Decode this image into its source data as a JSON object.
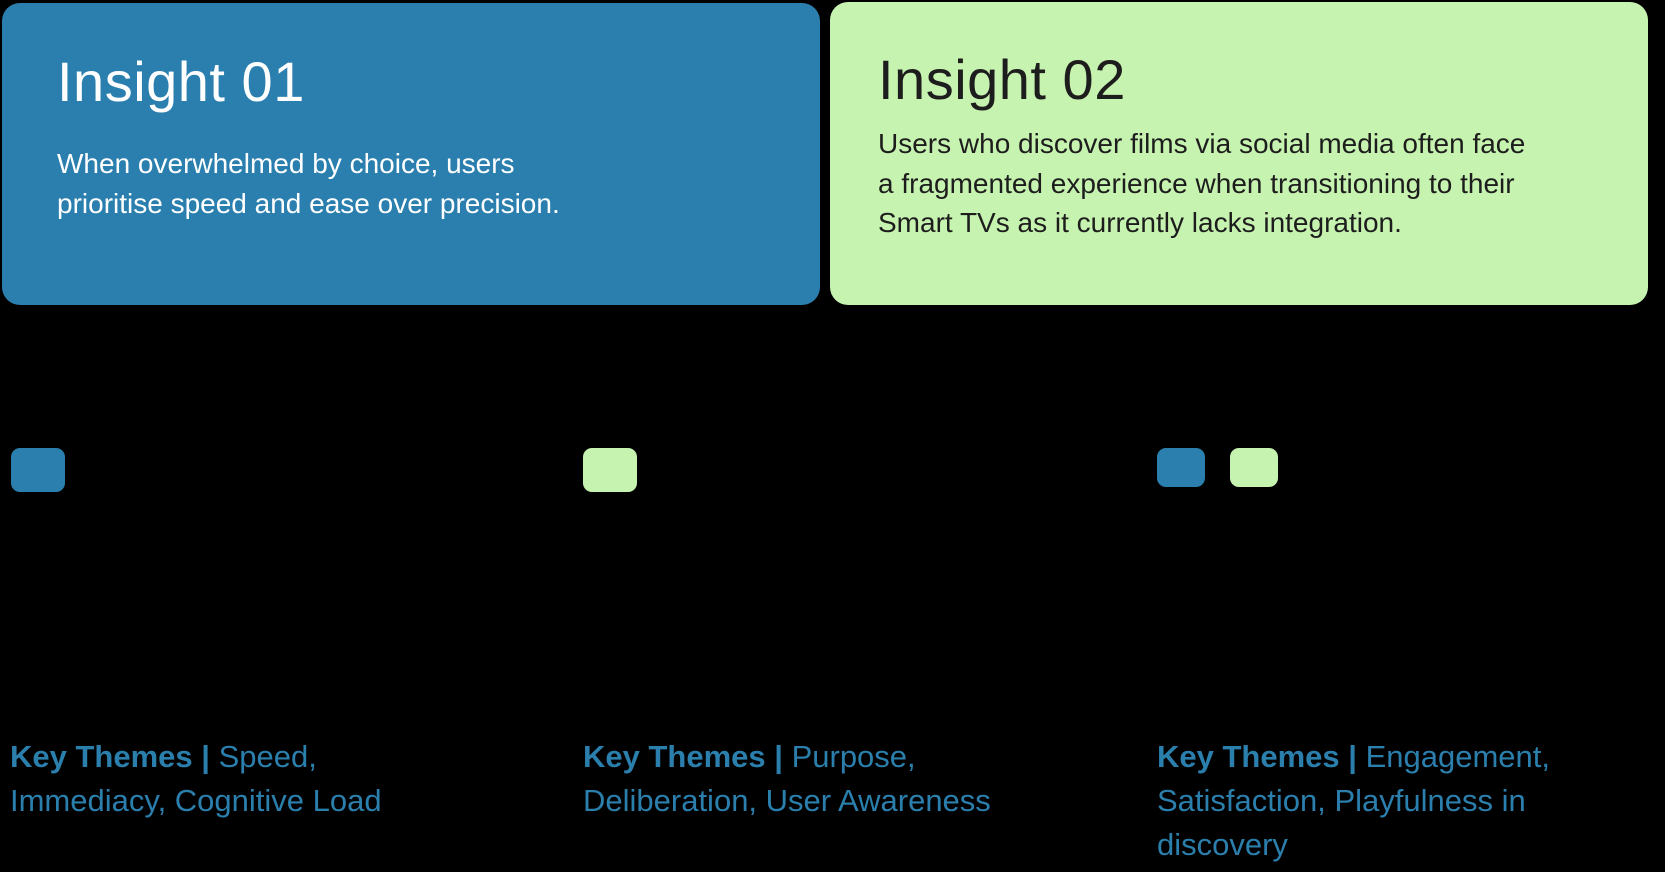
{
  "slide": {
    "background_color": "#000000"
  },
  "insight_cards": [
    {
      "title": "Insight 01",
      "body": "When overwhelmed by choice, users prioritise speed and ease over precision.",
      "background_color": "#2a7fae",
      "text_color": "#ffffff"
    },
    {
      "title": "Insight 02",
      "body": "Users who discover films via social media often face a fragmented experience when transitioning to their Smart TVs as it currently lacks integration.",
      "background_color": "#c7f3b0",
      "text_color": "#1d1d1d"
    }
  ],
  "swatch_colors": {
    "blue": "#2a7fae",
    "green": "#c7f3b0"
  },
  "theme_groups": [
    {
      "label": "Key Themes",
      "separator": "|",
      "items": "Speed, Immediacy, Cognitive Load",
      "swatches": [
        "blue"
      ]
    },
    {
      "label": "Key Themes",
      "separator": "|",
      "items": "Purpose, Deliberation, User Awareness",
      "swatches": [
        "green"
      ]
    },
    {
      "label": "Key Themes",
      "separator": "|",
      "items": "Engagement, Satisfaction, Playfulness in discovery",
      "swatches": [
        "blue",
        "green"
      ]
    }
  ],
  "theme_text_color": "#2b7fad"
}
